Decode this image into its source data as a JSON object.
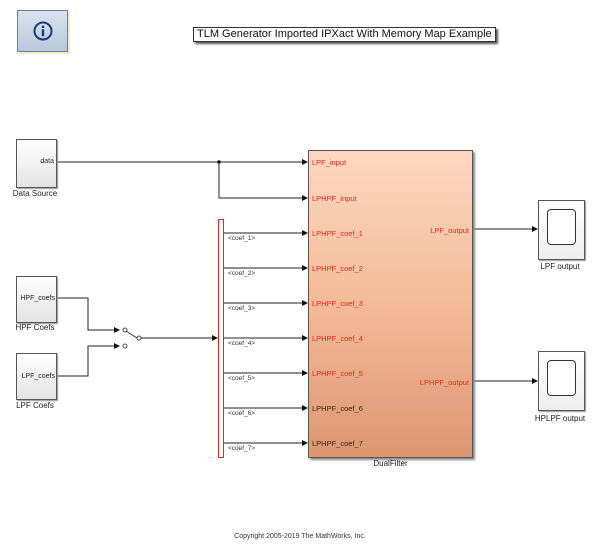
{
  "title": "TLM Generator Imported IPXact With Memory Map Example",
  "info_icon": "info-icon",
  "copyright": "Copyright 2005-2019 The MathWorks, Inc.",
  "blocks": {
    "data_source": {
      "name": "Data Source",
      "port_label": "data"
    },
    "hpf_coefs": {
      "name": "HPF Coefs",
      "port_label": "HPF_coefs"
    },
    "lpf_coefs": {
      "name": "LPF Coefs",
      "port_label": "LPF_coefs"
    },
    "dual_filter": {
      "name": "DualFilter",
      "inputs": [
        {
          "label": "LPF_input",
          "color": "#e8231a"
        },
        {
          "label": "LPHPF_input",
          "color": "#e8231a"
        },
        {
          "label": "LPHPF_coef_1",
          "color": "#e8231a"
        },
        {
          "label": "LPHPF_coef_2",
          "color": "#e8231a"
        },
        {
          "label": "LPHPF_coef_3",
          "color": "#e8231a"
        },
        {
          "label": "LPHPF_coef_4",
          "color": "#e8231a"
        },
        {
          "label": "LPHPF_coef_5",
          "color": "#e8231a"
        },
        {
          "label": "LPHPF_coef_6",
          "color": "#3a2010"
        },
        {
          "label": "LPHPF_coef_7",
          "color": "#3a2010"
        }
      ],
      "outputs": [
        {
          "label": "LPF_output",
          "color": "#e8231a"
        },
        {
          "label": "LPHPF_output",
          "color": "#e8231a"
        }
      ]
    },
    "lpf_scope": {
      "name": "LPF output"
    },
    "hplpf_scope": {
      "name": "HPLPF output"
    }
  },
  "bus_signals": [
    "<coef_1>",
    "<coef_2>",
    "<coef_3>",
    "<coef_4>",
    "<coef_5>",
    "<coef_6>",
    "<coef_7>"
  ],
  "colors": {
    "accent_red": "#e8231a",
    "block_fill": "#f3bb98"
  }
}
